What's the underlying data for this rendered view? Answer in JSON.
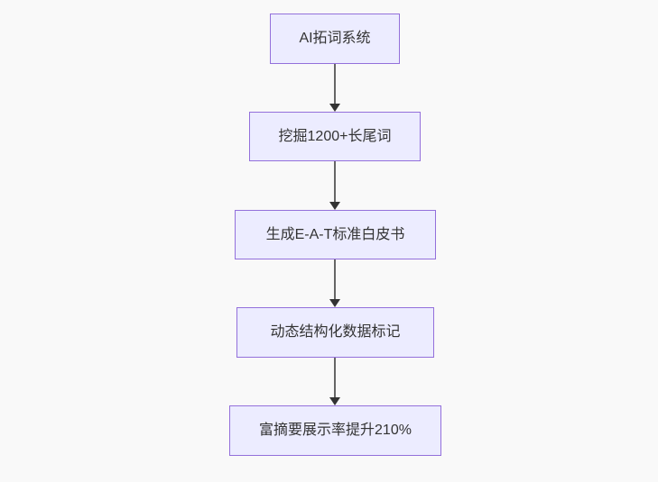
{
  "diagram": {
    "type": "flowchart-vertical",
    "nodes": [
      {
        "label": "AI拓词系统"
      },
      {
        "label": "挖掘1200+长尾词"
      },
      {
        "label": "生成E-A-T标准白皮书"
      },
      {
        "label": "动态结构化数据标记"
      },
      {
        "label": "富摘要展示率提升210%"
      }
    ],
    "edges": [
      {
        "from": 0,
        "to": 1
      },
      {
        "from": 1,
        "to": 2
      },
      {
        "from": 2,
        "to": 3
      },
      {
        "from": 3,
        "to": 4
      }
    ]
  },
  "theme": {
    "page_bg": "#f9f9f9",
    "node_fill": "#ececff",
    "node_border": "#9370db",
    "node_text": "#333333",
    "edge_line": "#666666",
    "arrowhead": "#333333"
  }
}
